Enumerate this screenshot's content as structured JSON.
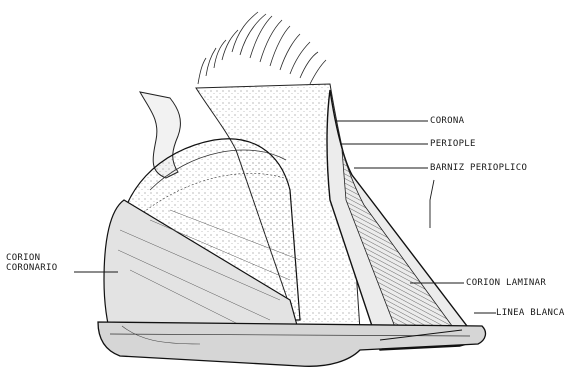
{
  "figure": {
    "labels": {
      "corona": "CORONA",
      "periople": "PERIOPLE",
      "barniz": "BARNIZ PERIOPLICO",
      "corion_coronario_line1": "CORION",
      "corion_coronario_line2": "CORONARIO",
      "corion_laminar": "CORION LAMINAR",
      "linea_blanca": "LINEA BLANCA"
    },
    "colors": {
      "ink": "#1a1a1a",
      "paper": "#ffffff",
      "shade": "#7a7a7a"
    }
  }
}
